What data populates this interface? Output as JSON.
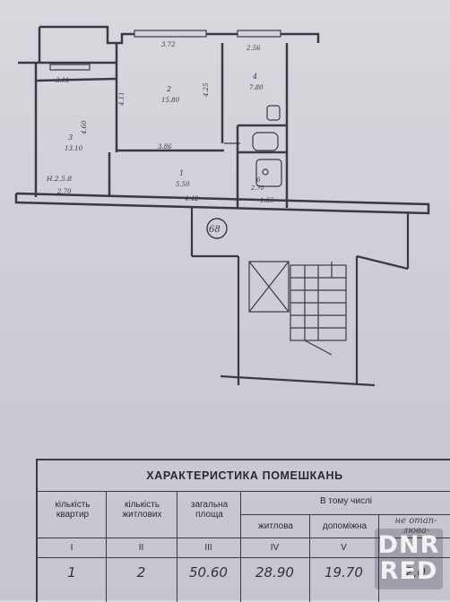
{
  "plan": {
    "dims": {
      "top_left": "3.72",
      "top_right": "2.56",
      "left_top": "3.01",
      "kitchen_left_h": "4.11",
      "room_left_h": "4.60",
      "room2_bottom": "3.86",
      "room3_side": "4.25",
      "hall_len": "4.42",
      "bottom_left": "2.70",
      "bottom_right": "1.55",
      "floor_height": "H.2.5.8"
    },
    "rooms": [
      {
        "num": "2",
        "area": "15.80"
      },
      {
        "num": "3",
        "area": "13.10"
      },
      {
        "num": "4",
        "area": "7.80"
      },
      {
        "num": "1",
        "area": "5.50"
      },
      {
        "num": "6",
        "area": "2.70"
      }
    ],
    "apartment_number": "68"
  },
  "table": {
    "title": "ХАРАКТЕРИСТИКА ПОМЕШКАНЬ",
    "in_which": "В тому числі",
    "headers": {
      "col1": [
        "кількість",
        "квартир"
      ],
      "col2": [
        "кількість",
        "житлових"
      ],
      "col3": [
        "загальна",
        "площа"
      ],
      "col4": "житлова",
      "col5": "допоміжна",
      "col6": [
        "не отап-",
        "люва-"
      ]
    },
    "roman": [
      "I",
      "II",
      "III",
      "IV",
      "V"
    ],
    "values": [
      "1",
      "2",
      "50.60",
      "28.90",
      "19.70",
      "2.0"
    ]
  },
  "watermark": {
    "line1": "DNR",
    "line2": "RED"
  }
}
